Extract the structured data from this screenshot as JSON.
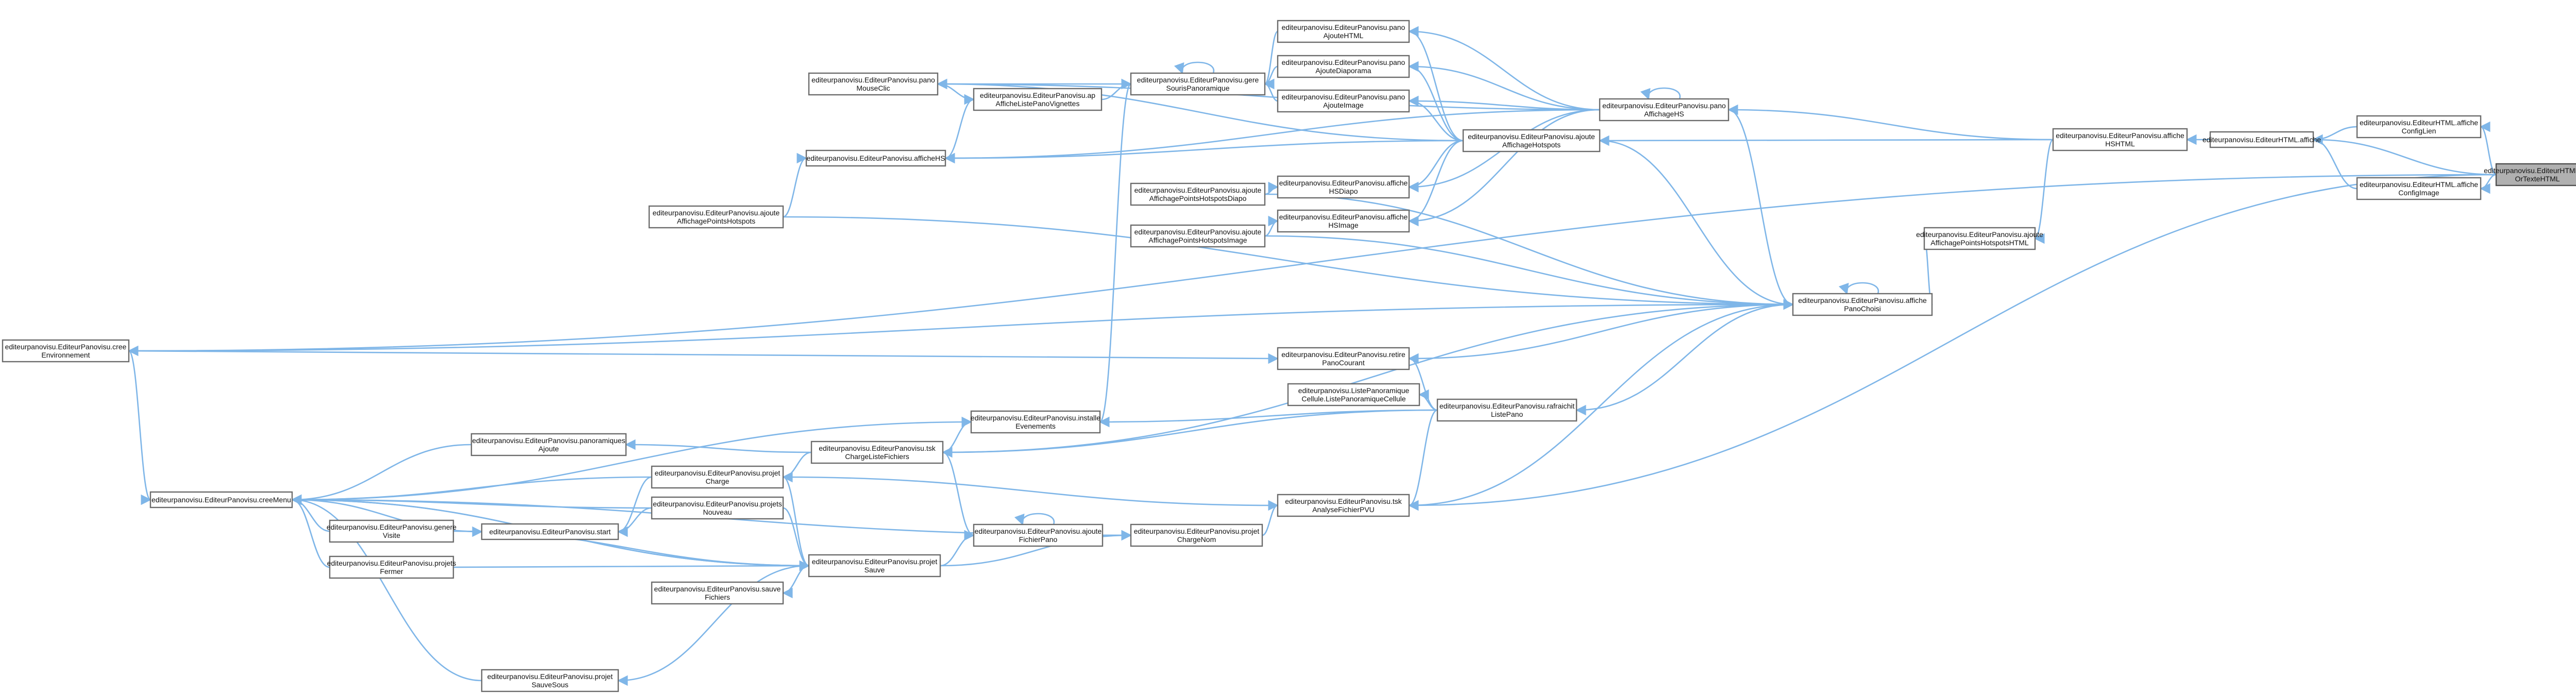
{
  "diagram": {
    "kind": "caller-graph",
    "colors": {
      "edge": "#7fb6e8",
      "node_border": "#6b6b6b",
      "node_fill": "#ffffff",
      "highlight_fill": "#b0b0b0"
    },
    "nodes": [
      {
        "id": "target",
        "lines": [
          "editeurpanovisu.EditeurHTML.set",
          "OrTexteHTML"
        ],
        "highlight": true
      },
      {
        "id": "cfgLien",
        "lines": [
          "editeurpanovisu.EditeurHTML.affiche",
          "ConfigLien"
        ]
      },
      {
        "id": "cfgImage",
        "lines": [
          "editeurpanovisu.EditeurHTML.affiche",
          "ConfigImage"
        ]
      },
      {
        "id": "edHTMLaff",
        "lines": [
          "editeurpanovisu.EditeurHTML.affiche"
        ]
      },
      {
        "id": "affHSHTML",
        "lines": [
          "editeurpanovisu.EditeurPanovisu.affiche",
          "HSHTML"
        ]
      },
      {
        "id": "ajPtsHTML",
        "lines": [
          "editeurpanovisu.EditeurPanovisu.ajoute",
          "AffichagePointsHotspotsHTML"
        ]
      },
      {
        "id": "afficheHS",
        "lines": [
          "editeurpanovisu.EditeurPanovisu.afficheHS"
        ]
      },
      {
        "id": "ajPtsHS",
        "lines": [
          "editeurpanovisu.EditeurPanovisu.ajoute",
          "AffichagePointsHotspots"
        ]
      },
      {
        "id": "creeEnv",
        "lines": [
          "editeurpanovisu.EditeurPanovisu.cree",
          "Environnement"
        ]
      },
      {
        "id": "creeMenu",
        "lines": [
          "editeurpanovisu.EditeurPanovisu.creeMenu"
        ]
      },
      {
        "id": "panoMouse",
        "lines": [
          "editeurpanovisu.EditeurPanovisu.pano",
          "MouseClic"
        ]
      },
      {
        "id": "apAffLPV",
        "lines": [
          "editeurpanovisu.EditeurPanovisu.ap",
          "AfficheListePanoVignettes"
        ]
      },
      {
        "id": "gereSource",
        "lines": [
          "editeurpanovisu.EditeurPanovisu.gere",
          "SourisPanoramique"
        ]
      },
      {
        "id": "panoAjHTML",
        "lines": [
          "editeurpanovisu.EditeurPanovisu.pano",
          "AjouteHTML"
        ]
      },
      {
        "id": "panoAjDiapo",
        "lines": [
          "editeurpanovisu.EditeurPanovisu.pano",
          "AjouteDiaporama"
        ]
      },
      {
        "id": "panoAjImage",
        "lines": [
          "editeurpanovisu.EditeurPanovisu.pano",
          "AjouteImage"
        ]
      },
      {
        "id": "panoAffHS",
        "lines": [
          "editeurpanovisu.EditeurPanovisu.pano",
          "AffichageHS"
        ]
      },
      {
        "id": "ajAffHS",
        "lines": [
          "editeurpanovisu.EditeurPanovisu.ajoute",
          "AffichageHotspots"
        ]
      },
      {
        "id": "ajAffPtsDiapo",
        "lines": [
          "editeurpanovisu.EditeurPanovisu.ajoute",
          "AffichagePointsHotspotsDiapo"
        ]
      },
      {
        "id": "affHSDiapo",
        "lines": [
          "editeurpanovisu.EditeurPanovisu.affiche",
          "HSDiapo"
        ]
      },
      {
        "id": "affHSImage",
        "lines": [
          "editeurpanovisu.EditeurPanovisu.affiche",
          "HSImage"
        ]
      },
      {
        "id": "ajAffPtsImage",
        "lines": [
          "editeurpanovisu.EditeurPanovisu.ajoute",
          "AffichagePointsHotspotsImage"
        ]
      },
      {
        "id": "affPanoCh",
        "lines": [
          "editeurpanovisu.EditeurPanovisu.affiche",
          "PanoChoisi"
        ]
      },
      {
        "id": "retirePano",
        "lines": [
          "editeurpanovisu.EditeurPanovisu.retire",
          "PanoCourant"
        ]
      },
      {
        "id": "listePano",
        "lines": [
          "editeurpanovisu.ListePanoramique",
          "Cellule.ListePanoramiqueCellule"
        ]
      },
      {
        "id": "rafraichit",
        "lines": [
          "editeurpanovisu.EditeurPanovisu.rafraichit",
          "ListePano"
        ]
      },
      {
        "id": "installe",
        "lines": [
          "editeurpanovisu.EditeurPanovisu.installe",
          "Evenements"
        ]
      },
      {
        "id": "panoAj",
        "lines": [
          "editeurpanovisu.EditeurPanovisu.panoramiques",
          "Ajoute"
        ]
      },
      {
        "id": "tskCharge",
        "lines": [
          "editeurpanovisu.EditeurPanovisu.tsk",
          "ChargeListeFichiers"
        ]
      },
      {
        "id": "projetCharge",
        "lines": [
          "editeurpanovisu.EditeurPanovisu.projet",
          "Charge"
        ]
      },
      {
        "id": "projetsNouv",
        "lines": [
          "editeurpanovisu.EditeurPanovisu.projets",
          "Nouveau"
        ]
      },
      {
        "id": "genereVisite",
        "lines": [
          "editeurpanovisu.EditeurPanovisu.genere",
          "Visite"
        ]
      },
      {
        "id": "start",
        "lines": [
          "editeurpanovisu.EditeurPanovisu.start"
        ]
      },
      {
        "id": "projetsFermer",
        "lines": [
          "editeurpanovisu.EditeurPanovisu.projets",
          "Fermer"
        ]
      },
      {
        "id": "projetSauve",
        "lines": [
          "editeurpanovisu.EditeurPanovisu.projet",
          "Sauve"
        ]
      },
      {
        "id": "sauveFichiers",
        "lines": [
          "editeurpanovisu.EditeurPanovisu.sauve",
          "Fichiers"
        ]
      },
      {
        "id": "ajFicPano",
        "lines": [
          "editeurpanovisu.EditeurPanovisu.ajoute",
          "FichierPano"
        ]
      },
      {
        "id": "projetChargeNom",
        "lines": [
          "editeurpanovisu.EditeurPanovisu.projet",
          "ChargeNom"
        ]
      },
      {
        "id": "tskAnalyse",
        "lines": [
          "editeurpanovisu.EditeurPanovisu.tsk",
          "AnalyseFichierPVU"
        ]
      },
      {
        "id": "projetSauveSous",
        "lines": [
          "editeurpanovisu.EditeurPanovisu.projet",
          "SauveSous"
        ]
      }
    ],
    "edges": [
      [
        "cfgLien",
        "target"
      ],
      [
        "cfgImage",
        "target"
      ],
      [
        "edHTMLaff",
        "target"
      ],
      [
        "creeEnv",
        "target"
      ],
      [
        "edHTMLaff",
        "cfgLien"
      ],
      [
        "edHTMLaff",
        "cfgImage"
      ],
      [
        "affHSHTML",
        "edHTMLaff"
      ],
      [
        "panoAffHS",
        "affHSHTML"
      ],
      [
        "ajAffHS",
        "affHSHTML"
      ],
      [
        "ajPtsHTML",
        "affHSHTML"
      ],
      [
        "panoAjHTML",
        "panoAffHS"
      ],
      [
        "panoAjDiapo",
        "panoAffHS"
      ],
      [
        "panoAjImage",
        "panoAffHS"
      ],
      [
        "afficheHS",
        "panoAffHS"
      ],
      [
        "affPanoCh",
        "panoAffHS"
      ],
      [
        "panoMouse",
        "panoAffHS"
      ],
      [
        "affHSDiapo",
        "panoAffHS"
      ],
      [
        "affHSImage",
        "panoAffHS"
      ],
      [
        "panoAffHS",
        "panoAffHS"
      ],
      [
        "panoMouse",
        "ajAffHS"
      ],
      [
        "afficheHS",
        "ajAffHS"
      ],
      [
        "panoAjHTML",
        "ajAffHS"
      ],
      [
        "panoAjDiapo",
        "ajAffHS"
      ],
      [
        "panoAjImage",
        "ajAffHS"
      ],
      [
        "affHSDiapo",
        "ajAffHS"
      ],
      [
        "affHSImage",
        "ajAffHS"
      ],
      [
        "affPanoCh",
        "ajAffHS"
      ],
      [
        "gereSource",
        "panoAjHTML"
      ],
      [
        "gereSource",
        "panoAjDiapo"
      ],
      [
        "gereSource",
        "panoAjImage"
      ],
      [
        "gereSource",
        "gereSource"
      ],
      [
        "apAffLPV",
        "panoMouse"
      ],
      [
        "gereSource",
        "panoMouse"
      ],
      [
        "gereSource",
        "apAffLPV"
      ],
      [
        "installe",
        "gereSource"
      ],
      [
        "apAffLPV",
        "afficheHS"
      ],
      [
        "afficheHS",
        "ajPtsHS"
      ],
      [
        "affPanoCh",
        "ajPtsHS"
      ],
      [
        "affHSDiapo",
        "ajAffPtsDiapo"
      ],
      [
        "affHSImage",
        "ajAffPtsImage"
      ],
      [
        "affPanoCh",
        "ajAffPtsDiapo"
      ],
      [
        "affPanoCh",
        "ajAffPtsImage"
      ],
      [
        "affPanoCh",
        "affPanoCh"
      ],
      [
        "affPanoCh",
        "ajPtsHTML"
      ],
      [
        "affPanoCh",
        "creeEnv"
      ],
      [
        "retirePano",
        "affPanoCh"
      ],
      [
        "rafraichit",
        "affPanoCh"
      ],
      [
        "tskCharge",
        "affPanoCh"
      ],
      [
        "tskAnalyse",
        "affPanoCh"
      ],
      [
        "retirePano",
        "creeEnv"
      ],
      [
        "listePano",
        "rafraichit"
      ],
      [
        "installe",
        "rafraichit"
      ],
      [
        "tskCharge",
        "rafraichit"
      ],
      [
        "tskAnalyse",
        "rafraichit"
      ],
      [
        "retirePano",
        "rafraichit"
      ],
      [
        "creeMenu",
        "creeEnv"
      ],
      [
        "installe",
        "tskCharge"
      ],
      [
        "panoAj",
        "tskCharge"
      ],
      [
        "projetCharge",
        "tskCharge"
      ],
      [
        "creeMenu",
        "panoAj"
      ],
      [
        "creeMenu",
        "projetCharge"
      ],
      [
        "creeMenu",
        "projetsNouv"
      ],
      [
        "creeMenu",
        "genereVisite"
      ],
      [
        "creeMenu",
        "projetsFermer"
      ],
      [
        "creeMenu",
        "projetSauve"
      ],
      [
        "creeMenu",
        "projetSauveSous"
      ],
      [
        "creeMenu",
        "installe"
      ],
      [
        "creeMenu",
        "projetChargeNom"
      ],
      [
        "start",
        "creeMenu"
      ],
      [
        "start",
        "projetCharge"
      ],
      [
        "start",
        "projetsNouv"
      ],
      [
        "projetSauve",
        "projetCharge"
      ],
      [
        "projetSauve",
        "projetsNouv"
      ],
      [
        "projetSauve",
        "genereVisite"
      ],
      [
        "projetSauve",
        "projetsFermer"
      ],
      [
        "projetSauve",
        "creeMenu"
      ],
      [
        "sauveFichiers",
        "projetSauve"
      ],
      [
        "ajFicPano",
        "projetSauve"
      ],
      [
        "projetChargeNom",
        "projetSauve"
      ],
      [
        "projetSauveSous",
        "projetSauve"
      ],
      [
        "ajFicPano",
        "tskCharge"
      ],
      [
        "ajFicPano",
        "ajFicPano"
      ],
      [
        "projetChargeNom",
        "ajFicPano"
      ],
      [
        "tskAnalyse",
        "projetChargeNom"
      ],
      [
        "projetCharge",
        "tskAnalyse"
      ],
      [
        "tskAnalyse",
        "target"
      ]
    ]
  }
}
